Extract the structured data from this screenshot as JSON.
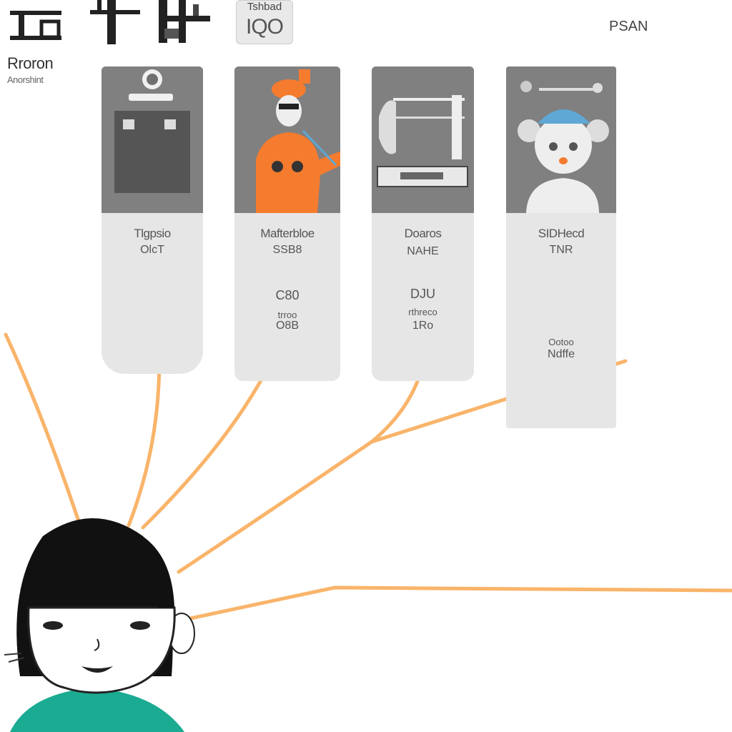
{
  "header": {
    "brand_name": "Rroron",
    "brand_subtitle": "Anorshint",
    "badge_top": "Tshbad",
    "badge_main": "IQO",
    "plan_label": "PSAN"
  },
  "cards": [
    {
      "title": "Tlgpsio",
      "subtitle": "OlcT",
      "price": "",
      "note": "",
      "amount": ""
    },
    {
      "title": "Mafterbloe",
      "subtitle": "SSB8",
      "price": "C80",
      "note": "trroo",
      "amount": "O8B"
    },
    {
      "title": "Doaros",
      "subtitle": "NAHE",
      "price": "DJU",
      "note": "rthreco",
      "amount": "1Ro"
    },
    {
      "title": "SIDHecd",
      "subtitle": "TNR",
      "price": "",
      "note": "Ootoo",
      "amount": "Ndffe"
    }
  ],
  "colors": {
    "connector": "#f9b46a",
    "card_bg": "#e6e6e6",
    "card_image_bg": "#808080",
    "accent_orange": "#f57b2e",
    "shirt": "#1aab92"
  }
}
